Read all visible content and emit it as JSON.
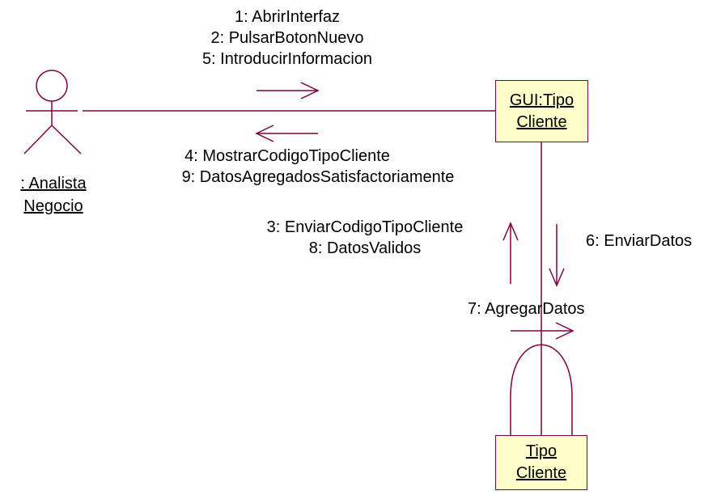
{
  "actor": {
    "name_line1": " : Analista",
    "name_line2": "Negocio"
  },
  "objects": {
    "gui": {
      "line1": "GUI:Tipo",
      "line2": "Cliente"
    },
    "tipo_cliente": {
      "line1": "Tipo",
      "line2": "Cliente"
    }
  },
  "messages": {
    "to_gui": [
      "1: AbrirInterfaz",
      "2: PulsarBotonNuevo",
      "5: IntroducirInformacion"
    ],
    "to_actor": [
      "4: MostrarCodigoTipoCliente",
      "9: DatosAgregadosSatisfactoriamente"
    ],
    "to_gui_from_tipo": [
      "3: EnviarCodigoTipoCliente",
      "8: DatosValidos"
    ],
    "to_tipo": "6: EnviarDatos",
    "self": "7: AgregarDatos"
  },
  "colors": {
    "line": "#800040",
    "object_fill": "#ffffcc",
    "text": "#000000"
  }
}
